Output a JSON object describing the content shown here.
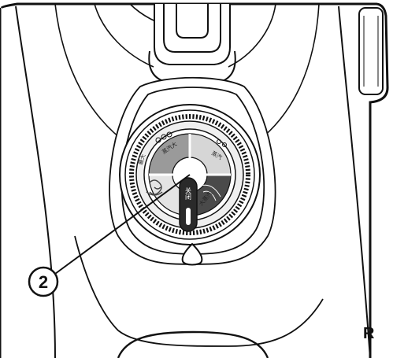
{
  "callout": {
    "number": "2"
  },
  "side_label": "R",
  "dial": {
    "label_close": "关闭",
    "label_max": "最大",
    "label_upper": "蒸汽大",
    "label_right": "蒸汽",
    "label_lower": "大蒸汽"
  },
  "colors": {
    "line": "#111111",
    "dial_gray": "#9a9a9a",
    "dial_dark": "#4a4a4a",
    "dial_light": "#d6d6d6"
  }
}
